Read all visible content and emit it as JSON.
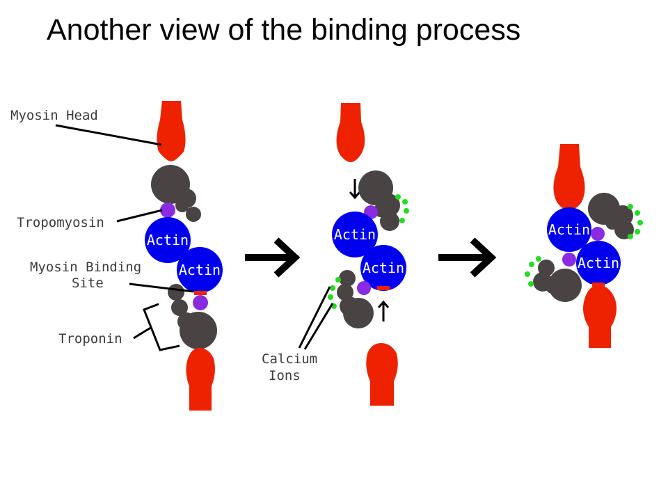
{
  "slide": {
    "title": "Another view of the binding process"
  },
  "labels": {
    "myosin_head": "Myosin Head",
    "tropomyosin": "Tropomyosin",
    "myosin_binding_site_line1": "Myosin Binding",
    "myosin_binding_site_line2": "Site",
    "troponin": "Troponin",
    "calcium_ions_line1": "Calcium",
    "calcium_ions_line2": "Ions",
    "actin": "Actin"
  },
  "colors": {
    "myosin": "#ee2200",
    "actin": "#0000ee",
    "troponin": "#4a4343",
    "tropomyosin": "#8a2be2",
    "binding_site": "#ee2200",
    "calcium": "#22dd22"
  }
}
